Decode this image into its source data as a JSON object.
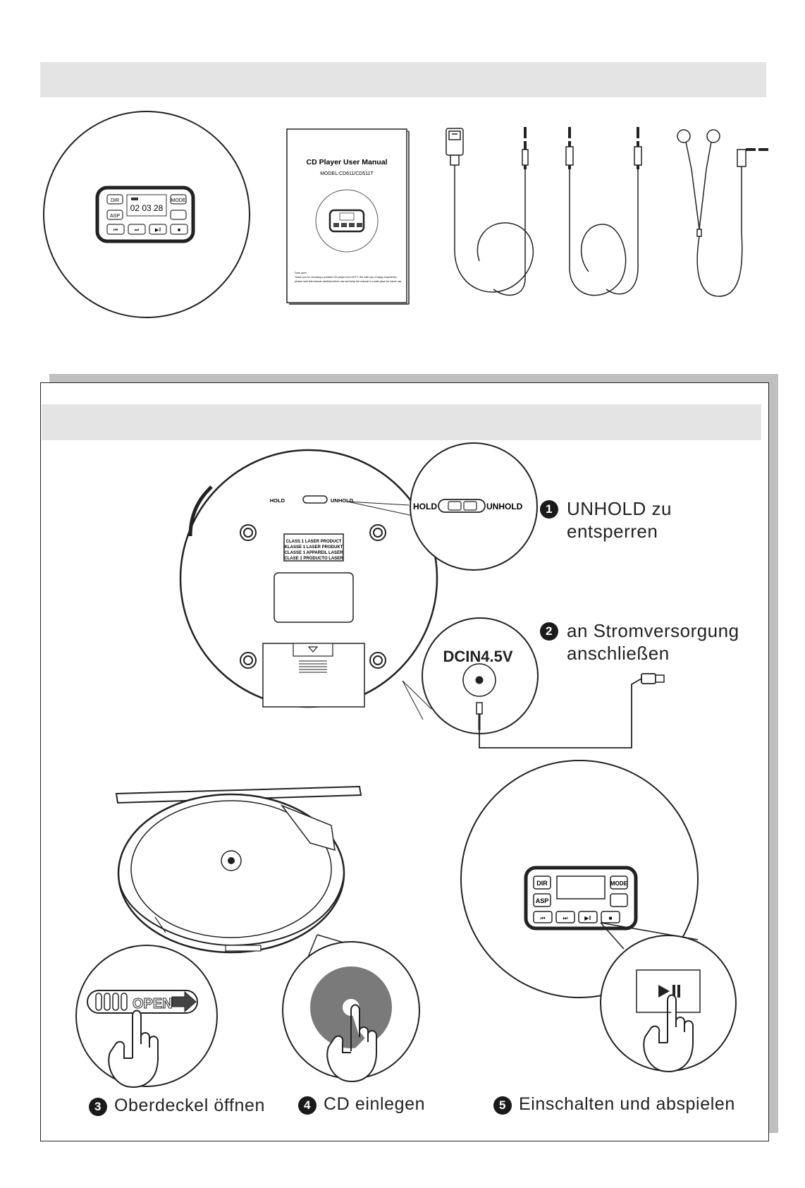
{
  "accessories": {
    "manual_title": "CD Player User Manual",
    "manual_model": "MODEL:CD611/CD511T",
    "manual_fine_print_1": "Dear user!",
    "manual_fine_print_2": "Thank you for choosing a portable CD player from HOTT. We wish you a happy experience,",
    "manual_fine_print_3": "please read this manual carefully before use and keep the manual in a safe place for future use.",
    "panel_dir": "DIR",
    "panel_mode": "MODE",
    "panel_asp": "ASP",
    "panel_time": "02 03 28"
  },
  "player": {
    "hold_label": "HOLD",
    "unhold_label": "UNHOLD",
    "laser_lines": [
      "CLASS 1 LASER PRODUCT",
      "KLASSE 1 LASER PRODUKT",
      "CLASSE 1 APPAREIL LASER",
      "CLASE 1 PRODUCTO LASER"
    ],
    "dc_in_label": "DCIN4.5V",
    "open_label": "OPEN",
    "panel_dir": "DIR",
    "panel_mode": "MODE",
    "panel_asp": "ASP"
  },
  "steps": {
    "s1_num": "1",
    "s1_line1": "UNHOLD zu",
    "s1_line2": "entsperren",
    "s2_num": "2",
    "s2_line1": "an Stromversorgung",
    "s2_line2": "anschließen",
    "s3_num": "3",
    "s3_text": "Oberdeckel öffnen",
    "s4_num": "4",
    "s4_text": "CD einlegen",
    "s5_num": "5",
    "s5_text": "Einschalten und abspielen"
  },
  "colors": {
    "bar": "#e4e4e4",
    "frame_shadow": "#bfbfbf",
    "cd_gray": "#7a7a7a",
    "ink": "#1a1a1a"
  }
}
